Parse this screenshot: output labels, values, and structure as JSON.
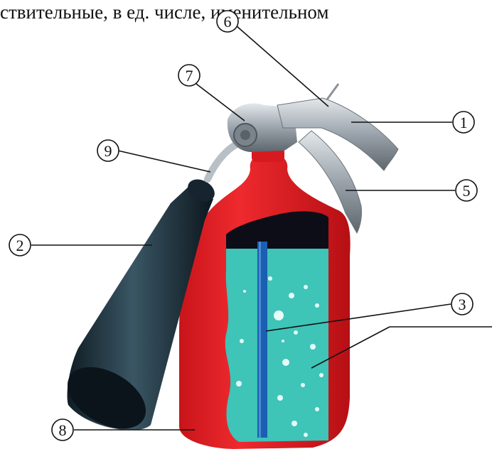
{
  "header": {
    "text": "ствительные,  в  ед.  числе,  именительном"
  },
  "callouts": [
    {
      "id": "callout-1",
      "label": "1"
    },
    {
      "id": "callout-2",
      "label": "2"
    },
    {
      "id": "callout-3",
      "label": "3"
    },
    {
      "id": "callout-5",
      "label": "5"
    },
    {
      "id": "callout-6",
      "label": "6"
    },
    {
      "id": "callout-7",
      "label": "7"
    },
    {
      "id": "callout-8",
      "label": "8"
    },
    {
      "id": "callout-9",
      "label": "9"
    }
  ],
  "colors": {
    "cylinder": "#e21a1e",
    "cylinder_dark": "#b40f12",
    "liquid": "#3fc4b8",
    "siphon_tube": "#1a5fb0",
    "gas_space": "#0d0d18",
    "horn": "#1c2f3a",
    "valve_metal": "#9aa3ab"
  }
}
